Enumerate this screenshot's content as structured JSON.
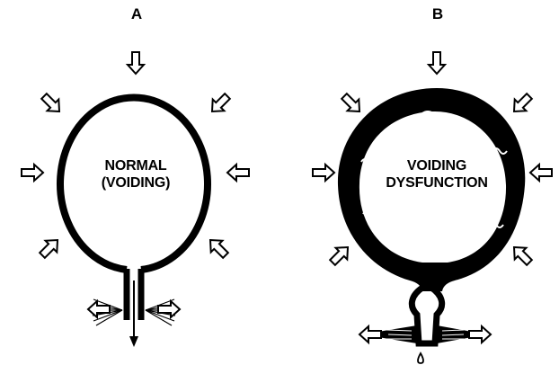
{
  "panels": [
    {
      "letter": "A",
      "label_line1": "NORMAL",
      "label_line2": "(VOIDING)"
    },
    {
      "letter": "B",
      "label_line1": "VOIDING",
      "label_line2": "DYSFUNCTION"
    }
  ],
  "colors": {
    "ink": "#000000",
    "background": "#ffffff"
  }
}
